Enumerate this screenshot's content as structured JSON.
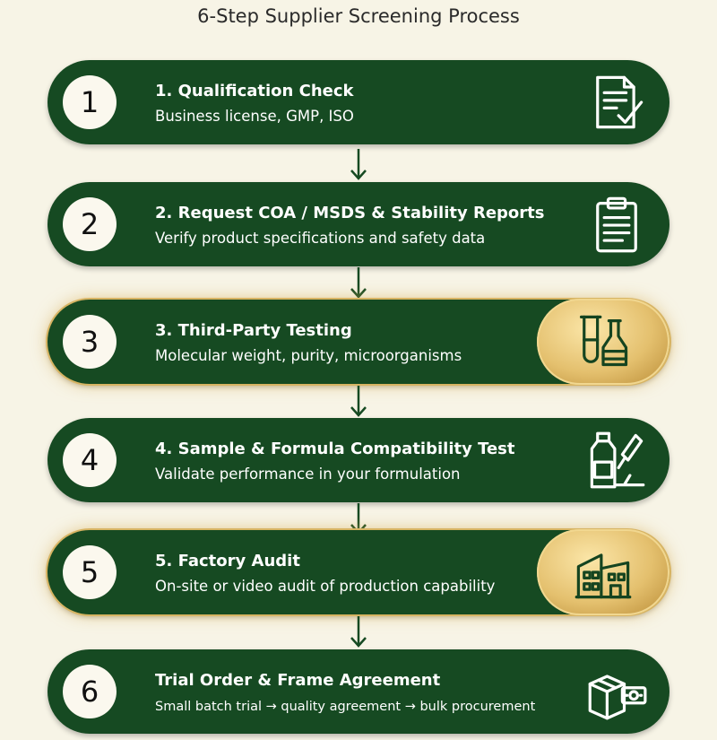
{
  "title": "6-Step Supplier Screening Process",
  "steps": [
    {
      "number": "1",
      "title": "1. Qualification Check",
      "description": "Business license, GMP, ISO",
      "icon": "document-check-icon"
    },
    {
      "number": "2",
      "title": "2. Request COA / MSDS & Stability Reports",
      "description": "Verify product specifications and safety data",
      "icon": "clipboard-icon"
    },
    {
      "number": "3",
      "title": "3. Third-Party Testing",
      "description": "Molecular weight, purity, microorganisms",
      "icon": "lab-flask-icon"
    },
    {
      "number": "4",
      "title": "4. Sample & Formula Compatibility Test",
      "description": "Validate performance in your formulation",
      "icon": "bottle-pipette-icon"
    },
    {
      "number": "5",
      "title": "5. Factory Audit",
      "description": "On-site or video audit of production capability",
      "icon": "factory-icon"
    },
    {
      "number": "6",
      "title": "Trial Order & Frame Agreement",
      "description": "Small batch trial → quality agreement → bulk procurement",
      "icon": "box-money-icon"
    }
  ],
  "colors": {
    "green": "#164a22",
    "gold": "#e4c06e",
    "background": "#f7f4e6"
  }
}
